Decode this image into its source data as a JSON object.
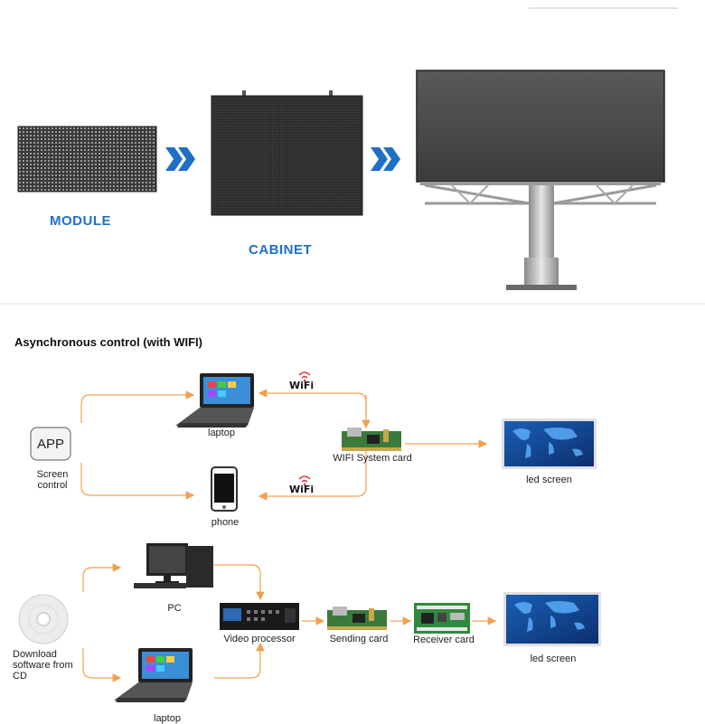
{
  "top": {
    "module_label": "MODULE",
    "cabinet_label": "CABINET"
  },
  "async_section": {
    "heading": "Asynchronous control (with WIFI)",
    "app_badge": "APP",
    "screen_control_label": "Screen control",
    "laptop_label": "laptop",
    "phone_label": "phone",
    "wifi_top_label": "WiFi",
    "wifi_bottom_label": "WiFi",
    "wifi_card_label": "WIFI System card",
    "led_screen_label": "led screen"
  },
  "sync_section": {
    "download_label": "Download software from CD",
    "pc_label": "PC",
    "laptop_label": "laptop",
    "video_processor_label": "Video processor",
    "sending_card_label": "Sending card",
    "receiver_card_label": "Receiver card",
    "led_screen_label": "led screen"
  },
  "colors": {
    "accent_blue": "#1f6fc5",
    "arrow_orange": "#f0a050",
    "chevron_blue": "#1f6fc5"
  }
}
